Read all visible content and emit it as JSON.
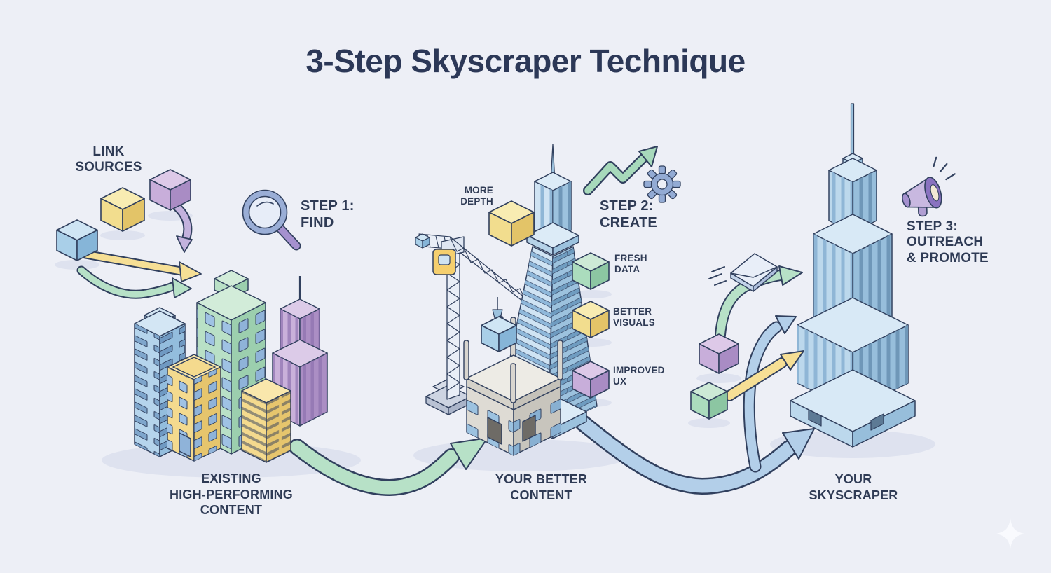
{
  "title": "3-Step Skyscraper Technique",
  "steps": [
    {
      "id": 1,
      "label": "STEP 1:\nFIND",
      "caption": "EXISTING\nHIGH-PERFORMING\nCONTENT"
    },
    {
      "id": 2,
      "label": "STEP 2:\nCREATE",
      "caption": "YOUR BETTER\nCONTENT"
    },
    {
      "id": 3,
      "label": "STEP 3:\nOUTREACH\n& PROMOTE",
      "caption": "YOUR\nSKYSCRAPER"
    }
  ],
  "annotations": {
    "link_sources": "LINK\nSOURCES",
    "more_depth": "MORE\nDEPTH",
    "fresh_data": "FRESH\nDATA",
    "better_visuals": "BETTER\nVISUALS",
    "improved_ux": "IMPROVED\nUX"
  },
  "icons": {
    "magnifier": "magnifying-glass-icon",
    "gear": "gear-icon",
    "growth": "growth-zigzag-arrow-icon",
    "envelope": "flying-envelope-icon",
    "megaphone": "megaphone-icon",
    "sparkle": "four-point-star-icon"
  },
  "colors": {
    "background": "#edeff6",
    "outline_ink": "#31405e",
    "title_text": "#2c3857",
    "label_text": "#2f3b55",
    "cube_blue": "#a9cfe8",
    "cube_yellow": "#f2dd8e",
    "cube_purple": "#c8aeda",
    "cube_green": "#abdcbd",
    "arrow_green": "#b7e1c7",
    "arrow_blue": "#b3cfe9",
    "arrow_yellow": "#f6df95",
    "arrow_purple": "#c3b2dd",
    "building_green": "#b9e0c6",
    "building_blue": "#b5d4ec",
    "building_purple": "#c9b0da",
    "building_yellow": "#f4da8e",
    "building_gray": "#dedbd4",
    "skyscraper_blue": "#bcd8ec"
  }
}
